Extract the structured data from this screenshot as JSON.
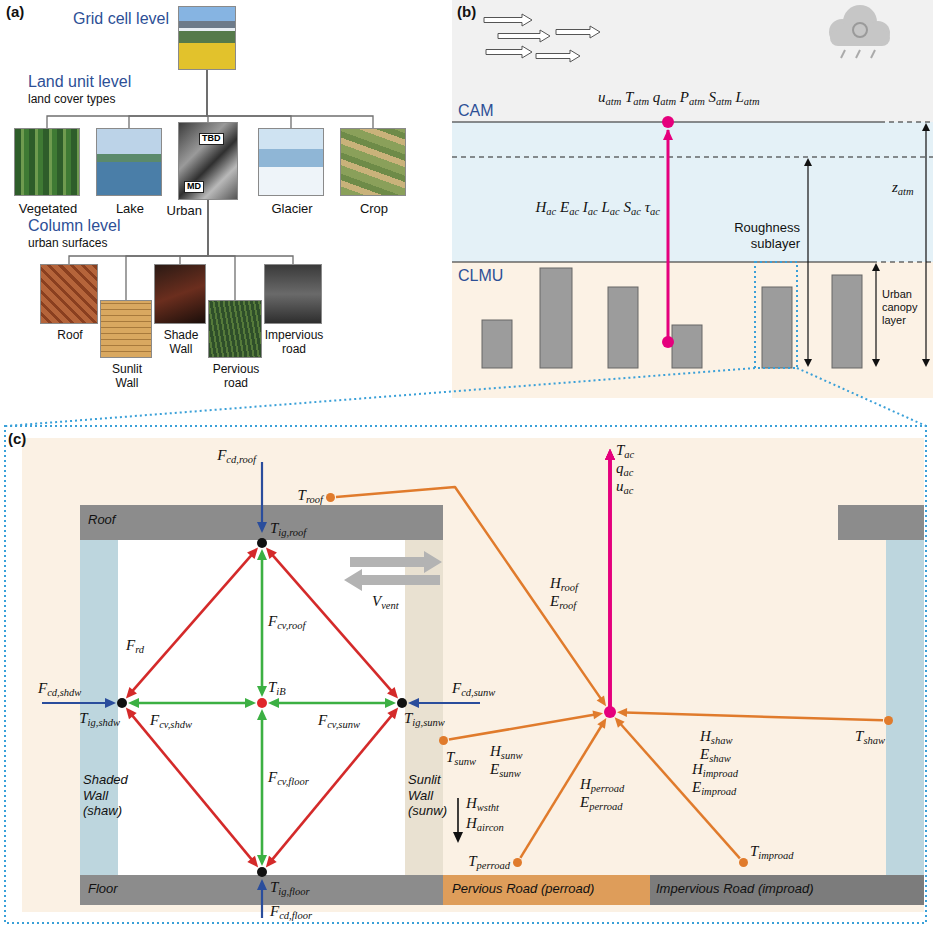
{
  "diagram": {
    "nodes": [
      {
        "text": [
          "Grid cell level"
        ]
      },
      {
        "text": [
          "Vegetated"
        ]
      },
      {
        "text": [
          "Lake"
        ]
      },
      {
        "text": [
          "Urban",
          "TBD",
          "MD"
        ]
      },
      {
        "text": [
          "Glacier"
        ]
      },
      {
        "text": [
          "Crop"
        ]
      },
      {
        "text": [
          "Roof"
        ]
      },
      {
        "text": [
          "Sunlit Wall"
        ]
      },
      {
        "text": [
          "Shade Wall"
        ]
      },
      {
        "text": [
          "Pervious road"
        ]
      },
      {
        "text": [
          "Impervious road"
        ]
      },
      {
        "text": [
          "Tig,roof"
        ]
      },
      {
        "text": [
          "Tig,shdw"
        ]
      },
      {
        "text": [
          "TiB"
        ]
      },
      {
        "text": [
          "Tig,sunw"
        ]
      },
      {
        "text": [
          "Tig,floor"
        ]
      },
      {
        "text": [
          "Troof"
        ]
      },
      {
        "text": [
          "Tsunw"
        ]
      },
      {
        "text": [
          "Tshaw"
        ]
      },
      {
        "text": [
          "Tperroad"
        ]
      },
      {
        "text": [
          "Timproad"
        ]
      },
      {
        "text": [
          "Tac qac uac"
        ]
      }
    ],
    "edges": [
      {
        "from": 0,
        "to": 1,
        "arrow": "none"
      },
      {
        "from": 0,
        "to": 2,
        "arrow": "none"
      },
      {
        "from": 0,
        "to": 3,
        "arrow": "none"
      },
      {
        "from": 0,
        "to": 4,
        "arrow": "none"
      },
      {
        "from": 0,
        "to": 5,
        "arrow": "none"
      },
      {
        "from": 3,
        "to": 6,
        "arrow": "none"
      },
      {
        "from": 3,
        "to": 7,
        "arrow": "none"
      },
      {
        "from": 3,
        "to": 8,
        "arrow": "none"
      },
      {
        "from": 3,
        "to": 9,
        "arrow": "none"
      },
      {
        "from": 3,
        "to": 10,
        "arrow": "none"
      },
      {
        "from": 12,
        "to": 11,
        "arrow": "both",
        "label": "Frd"
      },
      {
        "from": 11,
        "to": 14,
        "arrow": "both"
      },
      {
        "from": 14,
        "to": 15,
        "arrow": "both"
      },
      {
        "from": 15,
        "to": 12,
        "arrow": "both"
      },
      {
        "from": 13,
        "to": 11,
        "arrow": "both",
        "label": "Fcv,roof"
      },
      {
        "from": 13,
        "to": 12,
        "arrow": "both",
        "label": "Fcv,shdw"
      },
      {
        "from": 13,
        "to": 14,
        "arrow": "both",
        "label": "Fcv,sunw"
      },
      {
        "from": 13,
        "to": 15,
        "arrow": "both",
        "label": "Fcv,floor"
      },
      {
        "from": 16,
        "to": 21,
        "arrow": "to",
        "label": "Hroof Eroof"
      },
      {
        "from": 17,
        "to": 21,
        "arrow": "to",
        "label": "Hsunw Esunw"
      },
      {
        "from": 18,
        "to": 21,
        "arrow": "to",
        "label": "Hshaw Eshaw"
      },
      {
        "from": 19,
        "to": 21,
        "arrow": "to",
        "label": "Hperroad Eperroad"
      },
      {
        "from": 20,
        "to": 21,
        "arrow": "to",
        "label": "Himproad Eimproad"
      }
    ],
    "labels": [
      "(a)",
      "Land unit level",
      "land cover types",
      "Column level",
      "urban surfaces",
      "(b)",
      "uatm Tatm qatm Patm Satm Latm",
      "CAM",
      "Hac Eac Iac Lac Sac τac",
      "Roughness sublayer",
      "CLMU",
      "Urban canopy layer",
      "zatm",
      "(c)",
      "Fcd,roof",
      "Roof",
      "Vvent",
      "Fcd,shdw",
      "Fcd,sunw",
      "Shaded Wall (shaw)",
      "Sunlit Wall (sunw)",
      "Hwstht",
      "Haircon",
      "Fcd,floor",
      "Floor",
      "Pervious Road (perroad)",
      "Impervious Road (improad)"
    ]
  }
}
